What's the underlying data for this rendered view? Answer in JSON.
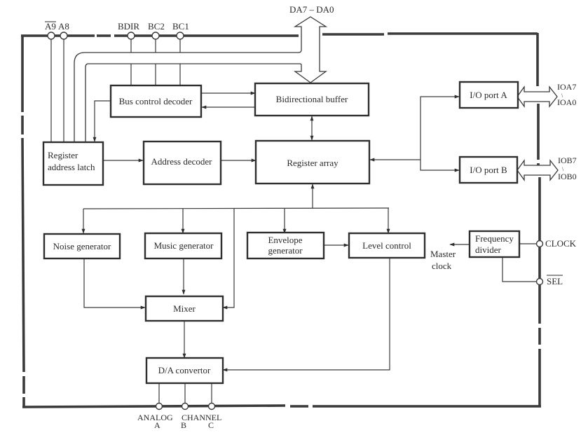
{
  "diagram": {
    "type": "block-diagram",
    "accent_color": "#2e2e2e",
    "background_color": "#ffffff",
    "blocks": {
      "bus_control_decoder": "Bus control decoder",
      "bidirectional_buffer": "Bidirectional buffer",
      "register_address_latch": [
        "Register",
        "address latch"
      ],
      "address_decoder": "Address decoder",
      "register_array": "Register array",
      "io_port_a": "I/O port A",
      "io_port_b": "I/O port B",
      "noise_generator": "Noise generator",
      "music_generator": "Music generator",
      "envelope_generator": [
        "Envelope",
        "generator"
      ],
      "level_control": "Level control",
      "frequency_divider": [
        "Frequency",
        "divider"
      ],
      "mixer": "Mixer",
      "da_convertor": "D/A convertor"
    },
    "pins": {
      "a9": "A9",
      "a8": "A8",
      "bdir": "BDIR",
      "bc2": "BC2",
      "bc1": "BC1",
      "data_bus": "DA7 – DA0",
      "ioa_top": "IOA7",
      "ioa_sep": "\\",
      "ioa_bottom": "IOA0",
      "iob_top": "IOB7",
      "iob_sep": "\\",
      "iob_bottom": "IOB0",
      "clock": "CLOCK",
      "sel": "SEL",
      "master_clock": [
        "Master",
        "clock"
      ],
      "analog_a_top": "ANALOG",
      "analog_a": "A",
      "channel_top": "CHANNEL",
      "channel_b": "B",
      "channel_c": "C"
    },
    "connections": [
      {
        "from": "A9",
        "to": "Register address latch"
      },
      {
        "from": "A8",
        "to": "Register address latch"
      },
      {
        "from": "BDIR",
        "to": "Bus control decoder"
      },
      {
        "from": "BC2",
        "to": "Bus control decoder"
      },
      {
        "from": "BC1",
        "to": "Bus control decoder"
      },
      {
        "from": "DA7 – DA0",
        "to": "Bidirectional buffer",
        "kind": "bus"
      },
      {
        "from": "DA7 – DA0",
        "to": "Register address latch",
        "kind": "bus"
      },
      {
        "from": "Bus control decoder",
        "to": "Bidirectional buffer"
      },
      {
        "from": "Bidirectional buffer",
        "to": "Bus control decoder"
      },
      {
        "from": "Bus control decoder",
        "to": "Register address latch"
      },
      {
        "from": "Register address latch",
        "to": "Address decoder"
      },
      {
        "from": "Address decoder",
        "to": "Register array"
      },
      {
        "from": "Bidirectional buffer",
        "to": "Register array",
        "kind": "bidirectional"
      },
      {
        "from": "I/O ports",
        "to": "Register array"
      },
      {
        "from": "Register array",
        "to": "I/O port A"
      },
      {
        "from": "Register array",
        "to": "I/O port B"
      },
      {
        "from": "I/O port A",
        "to": "IOA7-IOA0",
        "kind": "bus"
      },
      {
        "from": "I/O port B",
        "to": "IOB7-IOB0",
        "kind": "bus"
      },
      {
        "from": "Register array",
        "to": "Noise generator"
      },
      {
        "from": "Register array",
        "to": "Music generator"
      },
      {
        "from": "Register array",
        "to": "Mixer"
      },
      {
        "from": "Register array",
        "to": "Envelope generator"
      },
      {
        "from": "Register array",
        "to": "Level control"
      },
      {
        "from": "Envelope generator",
        "to": "Level control"
      },
      {
        "from": "Noise generator",
        "to": "Mixer"
      },
      {
        "from": "Music generator",
        "to": "Mixer"
      },
      {
        "from": "Mixer",
        "to": "D/A convertor"
      },
      {
        "from": "Level control",
        "to": "D/A convertor"
      },
      {
        "from": "CLOCK",
        "to": "Frequency divider"
      },
      {
        "from": "Frequency divider",
        "to": "SEL"
      },
      {
        "from": "Frequency divider",
        "to": "Master clock"
      },
      {
        "from": "D/A convertor",
        "to": "ANALOG CHANNEL A"
      },
      {
        "from": "D/A convertor",
        "to": "ANALOG CHANNEL B"
      },
      {
        "from": "D/A convertor",
        "to": "ANALOG CHANNEL C"
      }
    ]
  }
}
